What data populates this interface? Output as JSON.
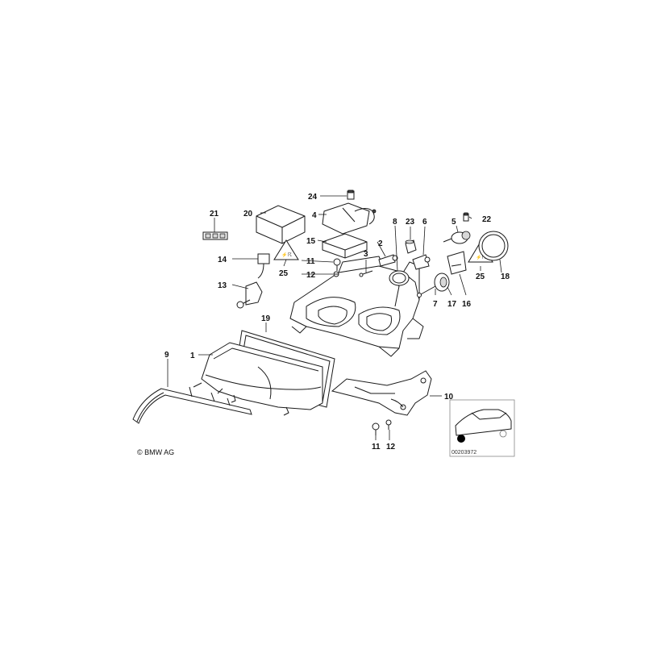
{
  "copyright": "© BMW AG",
  "diagram_code": "00203972",
  "callouts": {
    "c1": "1",
    "c2": "2",
    "c3": "3",
    "c4": "4",
    "c5": "5",
    "c6": "6",
    "c7": "7",
    "c8": "8",
    "c9": "9",
    "c10": "10",
    "c11a": "11",
    "c11b": "11",
    "c12a": "12",
    "c12b": "12",
    "c13": "13",
    "c14": "14",
    "c15": "15",
    "c16": "16",
    "c17": "17",
    "c18": "18",
    "c19": "19",
    "c20": "20",
    "c21": "21",
    "c22": "22",
    "c23": "23",
    "c24": "24",
    "c25a": "25",
    "c25b": "25"
  }
}
